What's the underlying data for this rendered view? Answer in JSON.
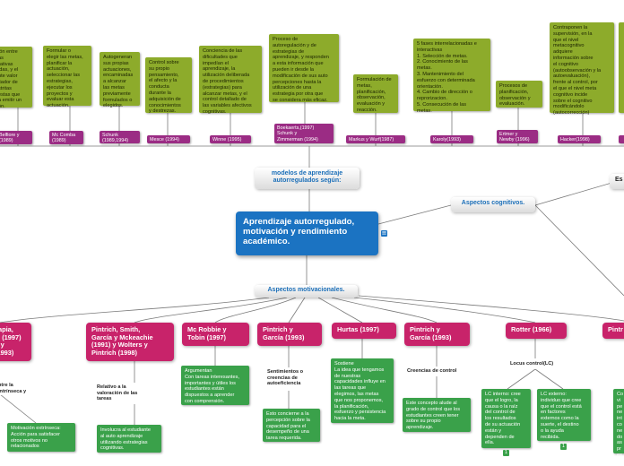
{
  "center": {
    "title": "Aprendizaje autorregulado, motivación y rendimiento académico."
  },
  "hubs": {
    "modelos": "modelos de aprendizaje autorregulados según:",
    "cognitivos": "Aspectos cognitivos.",
    "motivacionales": "Aspectos motivacionales.",
    "partial_right": "Es"
  },
  "top_descriptions": [
    "ión entre\nas\nrativas\nidas, y el\nnte valor\nitador de\nstritas\nestas que\na emitir un\nón.",
    "Formular o\nelegir las metas,\nplanificar la\nactuación,\nseleccionar las\nestrategias,\nejecutar los\nproyectos y\nevaluar esta\nactuación.",
    "Autogeneran\nsus propias\nactuaciones,\nencaminadas\na alcanzar\nlas metas\npreviamente\nformulados o\nelegidos.",
    "Control sobre\nsu propio\npensamiento,\nel afecto y la\nconducta\ndurante la\nadquisición de\nconocimientos\ny destrezas.",
    "Conciencia de las\ndificultades que\nimpedían el\naprendizaje, la\nutilización deliberada\nde procedimientos\n(estrategias) para\nalcanzar metas, y el\ncontrol detallado de\nlas variables afectivos\ncognitivas.",
    "Proceso de\nautoregulación y de\nestrategias de\naprendizaje, y responden\na esta información que\npueden ir desde la\nmodificación de sus auto\npercepciones hasta la\nutilización de una\nestrategia por otra que\nse considera más eficaz.",
    "Formulación de\nmetas,\nplanificación,\nobservación,\nevaluación y\nreacción.",
    "5 fases interrelacionadas e\ninteractivas\n1. Selección de metas.\n2. Conocimiento de las\nmetas.\n3. Mantenimiento del\nesfuerzo con determinada\norientación.\n4. Cambio de dirección o\nreprorizacion.\n5. Consecución de las\nmetas.",
    "Procesos de\nplanificación,\nobservación y\nevaluación.",
    "Contraponen la\nsupervisión, en la\nque el nivel\nmetacognitivo\nadquiere\ninformación sobre\nel cognitivo\n(autoobservación y la\nautoevaluación),\nfrente al control, por\nel que el nivel meta\ncognitivo incide\nsobre el cognitivo\nmodificándolo\n(autocorrección)"
  ],
  "top_authors": [
    "Belfiore y\n(1989)",
    "Mc Comba\n(1989)",
    "Schunk\n(1989,1994)",
    "Mesce (1994)",
    "Winne (1995)",
    "Boekaerts,(1997)\nSchunk y\nZimmerman (1994)",
    "Markus y Wurf(1987)",
    "Karoly(1993)",
    "Ertmer y\nNewby (1996)",
    "Hacker(1998)"
  ],
  "bottom_authors": [
    "Tapia,\ns, (1997)\nh y\n(1993)",
    "Pintrich, Smith,\nGarcía y Mckeachie\n(1991) y Wolters y\nPintrich (1998)",
    "Mc Robbie y\nTobin (1997)",
    "Pintrich y\nGarcía (1993)",
    "Hurtas (1997)",
    "Pintrich y\nGarcía (1993)",
    "Rotter (1966)",
    "Pintr"
  ],
  "bottom_labels": [
    "ntre la\nintrínseca y",
    "Relativo a la\nvaloración de las\ntareas",
    "Sentimientos o\ncreencias de\nautoeficiencia",
    "Creencias de control",
    "Locus control(LC)"
  ],
  "bottom_details": [
    "Motivación extrínseca:\nAcción para satisfacer\notros motivos no\nrelacionados",
    "Involucra al estudiante\nal auto aprendizaje\nutilizando estrategias\ncognitivas.",
    "Argumentan\nCon tareas interesantes,\nimportantes y útiles los\nestudiantes están\ndispuestos a aprender\ncon comprensión.",
    "Esto concierne a la\npercepción sobre la\ncapacidad para el\ndesempeño de una\ntarea requerida.",
    "Sostiene\nLa idea que tengamos\nde nuestras\ncapacidades influye en\nlas tareas que\nelegimos, las metas\nque nos proponemos,\nla planificación,\nesfuerzo y persistencia\nhacia la meta.",
    "Este concepto alude al\ngrado de control que los\nestudiantes creen tener\nsobre su propio\naprendizaje.",
    "LC interno: cree\nque el logro, la\ncausa o la raíz\ndel control de\nlos resultados\nde su actuación\nestán y\ndependen de\nella.",
    "LC externo:\nindividuo que cree\nque el control está\nen factores\nexternos como la\nsuerte, el destino\no la ayuda\nrecibida.",
    "Co\nvi\npe\nne\nint\nco\nne\ndo\nas\npr\nes\nde"
  ],
  "badges": {
    "center_icon": "≡",
    "note_marker_1": "1",
    "note_marker_2": "1"
  },
  "colors": {
    "olive": "#8dab2b",
    "purple": "#9b2c84",
    "pink": "#c8236a",
    "green": "#3aa14a",
    "center_blue": "#1b73c2",
    "hub_text": "#1c6fb8"
  }
}
